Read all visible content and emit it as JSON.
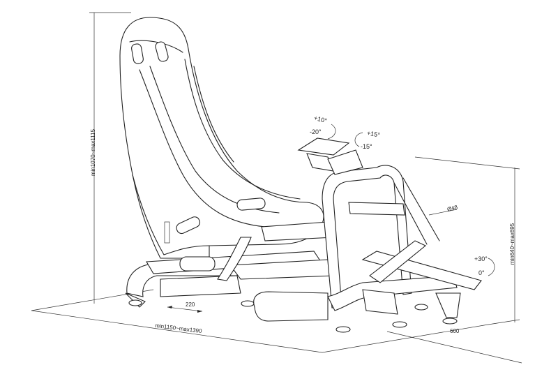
{
  "dimensions": {
    "seat_height": "min1070~max1115",
    "pedal_height": "min640~max695",
    "total_length": "min1150~max1390",
    "seat_slide": "220",
    "width": "600",
    "tube_diameter": "Ø48"
  },
  "angles": {
    "wheel_tilt_up": "+10°",
    "wheel_tilt_down": "-20°",
    "wheel_rot_up": "+15°",
    "wheel_rot_down": "-15°",
    "pedal_up": "+30°",
    "pedal_zero": "0°"
  },
  "colors": {
    "line": "#222222",
    "background": "#ffffff"
  }
}
